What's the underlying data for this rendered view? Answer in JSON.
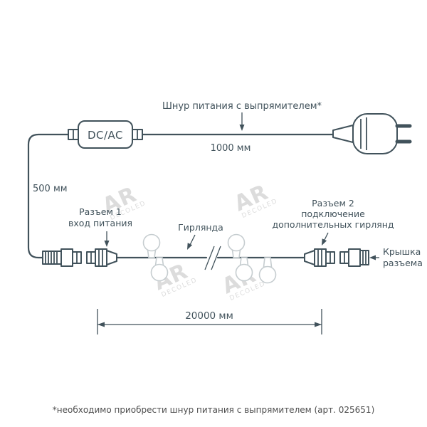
{
  "colors": {
    "line": "#41525b",
    "bulb_stroke": "#c6cdd0",
    "watermark": "#dcdcdc",
    "footer": "#4d4d4d",
    "background": "#ffffff"
  },
  "adapter": {
    "label": "DC/AC"
  },
  "power_cord": {
    "label": "Шнур питания с выпрямителем*",
    "length": "1000 мм"
  },
  "input_cable": {
    "length": "500 мм"
  },
  "connector1": {
    "line1": "Разъем 1",
    "line2": "вход питания"
  },
  "garland": {
    "label": "Гирлянда",
    "length": "20000 мм"
  },
  "connector2": {
    "line1": "Разъем 2",
    "line2": "подключение",
    "line3": "дополнительных гирлянд"
  },
  "cap": {
    "line1": "Крышка",
    "line2": "разъема"
  },
  "watermark": {
    "line1": "AR",
    "line2": "DECOLED"
  },
  "footer": {
    "note": "*необходимо приобрести шнур питания с выпрямителем (арт. 025651)"
  }
}
